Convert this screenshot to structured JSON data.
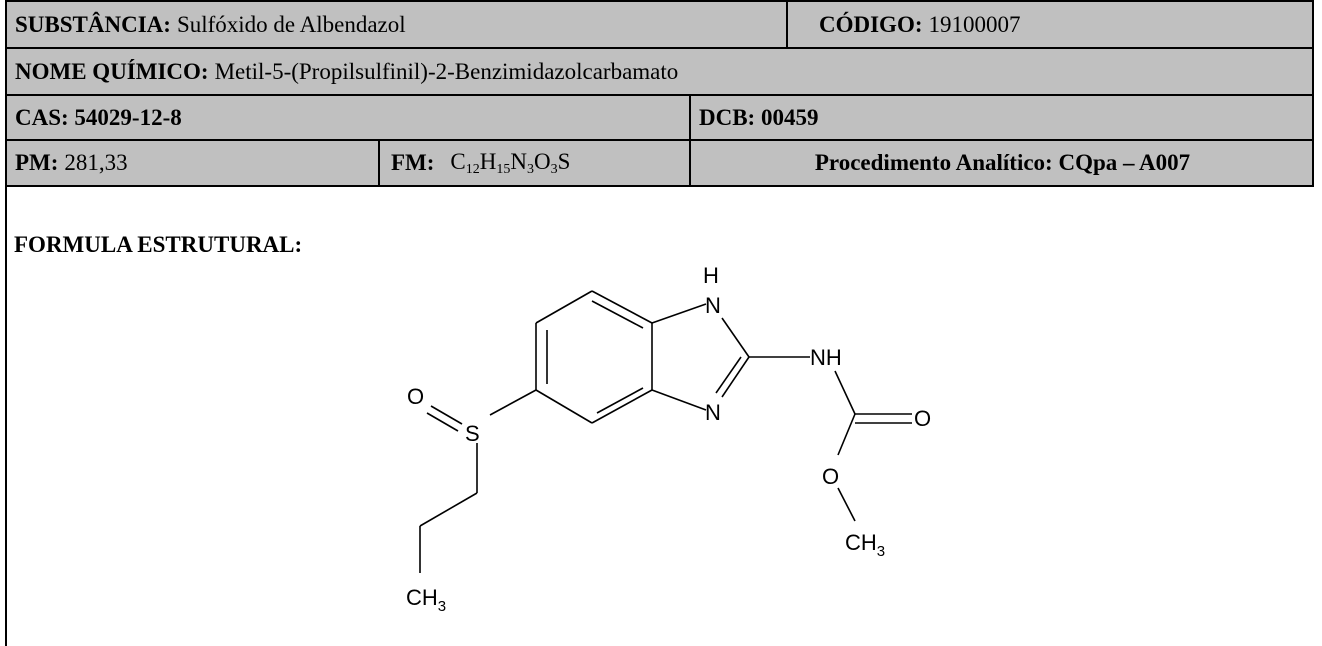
{
  "row1": {
    "substancia_label": "SUBSTÂNCIA:",
    "substancia_value": "Sulfóxido de Albendazol",
    "codigo_label": "CÓDIGO:",
    "codigo_value": "19100007"
  },
  "row2": {
    "nome_label": "NOME QUÍMICO:",
    "nome_value": "Metil-5-(Propilsulfinil)-2-Benzimidazolcarbamato"
  },
  "row3": {
    "cas": "CAS: 54029-12-8",
    "dcb": "DCB: 00459"
  },
  "row4": {
    "pm_label": "PM:",
    "pm_value": "281,33",
    "fm_label": "FM:",
    "fm_c": "C",
    "fm_c_n": "12",
    "fm_h": "H",
    "fm_h_n": "15",
    "fm_n": "N",
    "fm_n_n": "3",
    "fm_o": "O",
    "fm_o_n": "3",
    "fm_s": "S",
    "procedimento": "Procedimento Analítico: CQpa – A007"
  },
  "structure": {
    "title": "FORMULA ESTRUTURAL:",
    "atoms": {
      "h_top": "H",
      "n1": "N",
      "n2": "N",
      "nh": "NH",
      "o_carbonyl": "O",
      "o_ester": "O",
      "ch3_methyl_c": "CH",
      "ch3_methyl_n": "3",
      "o_sulfoxide": "O",
      "s": "S",
      "ch3_propyl_c": "CH",
      "ch3_propyl_n": "3"
    }
  }
}
